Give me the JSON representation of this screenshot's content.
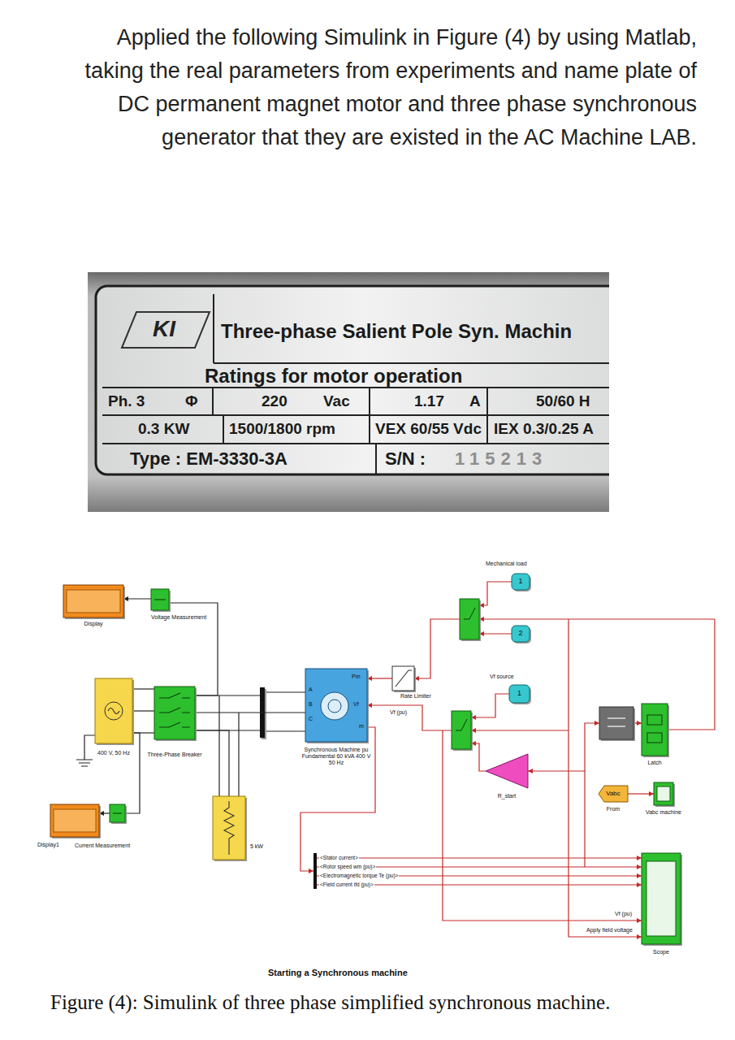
{
  "diagram": {
    "caption": "Figure (4): Simulink of three phase simplified synchronous machine.",
    "nodes": [
      {
        "text": [
          "Display"
        ]
      },
      {
        "text": [
          "Voltage Measurement"
        ]
      },
      {
        "text": [
          "Mechanical load",
          "1"
        ]
      },
      {
        "text": [
          "400 V, 50 Hz"
        ]
      },
      {
        "text": [
          "Three-Phase Breaker"
        ]
      },
      {
        "text": [
          "Pm",
          "Vf",
          "m",
          "A",
          "B",
          "C",
          "Synchronous Machine pu Fundamental 60 kVA 400 V 50 Hz"
        ]
      },
      {
        "text": [
          "Rate Limiter"
        ]
      },
      {
        "text": [
          "2"
        ]
      },
      {
        "text": [
          "Vf source",
          "1"
        ]
      },
      {
        "text": [
          "R_start"
        ]
      },
      {
        "text": [
          "Latch"
        ]
      },
      {
        "text": [
          "Display1"
        ]
      },
      {
        "text": [
          "Current Measurement"
        ]
      },
      {
        "text": [
          "5 kW"
        ]
      },
      {
        "text": [
          "Vabc",
          "From"
        ]
      },
      {
        "text": [
          "Vabc machine"
        ]
      },
      {
        "text": [
          "Scope"
        ]
      }
    ],
    "edges": [
      {
        "from": 1,
        "to": 0,
        "arrow": "to"
      },
      {
        "from": 4,
        "to": 1,
        "arrow": "none"
      },
      {
        "from": 3,
        "to": 4,
        "arrow": "none"
      },
      {
        "from": 4,
        "to": 5,
        "arrow": "none"
      },
      {
        "from": 4,
        "to": 13,
        "arrow": "none"
      },
      {
        "from": 3,
        "to": 12,
        "arrow": "none"
      },
      {
        "from": 12,
        "to": 11,
        "arrow": "to"
      },
      {
        "from": 6,
        "to": 5,
        "arrow": "to"
      },
      {
        "from": 14,
        "to": 15,
        "arrow": "to"
      }
    ],
    "labels": [
      "Applied the following Simulink in Figure (4) by using Matlab, taking the real parameters from experiments and name plate of DC permanent magnet motor and three phase synchronous generator that they are existed in the AC Machine LAB.",
      "KI",
      "Three-phase Salient Pole Syn. Machin",
      "Ratings for motor operation",
      "Ph. 3",
      "Φ",
      "220",
      "Vac",
      "1.17",
      "A",
      "50/60 H",
      "0.3 KW",
      "1500/1800 rpm",
      "VEX 60/55 Vdc",
      "IEX 0.3/0.25 A",
      "Type : EM-3330-3A",
      "S/N :",
      "115213",
      "Vf (pu)",
      "<Stator current>",
      "<Rotor speed wm (pu)>",
      "<Electromagnetic torque Te (pu)>",
      "<Field current ifd (pu)>",
      "Vf (pu)",
      "Apply field voltage",
      "Starting a Synchronous machine"
    ]
  }
}
